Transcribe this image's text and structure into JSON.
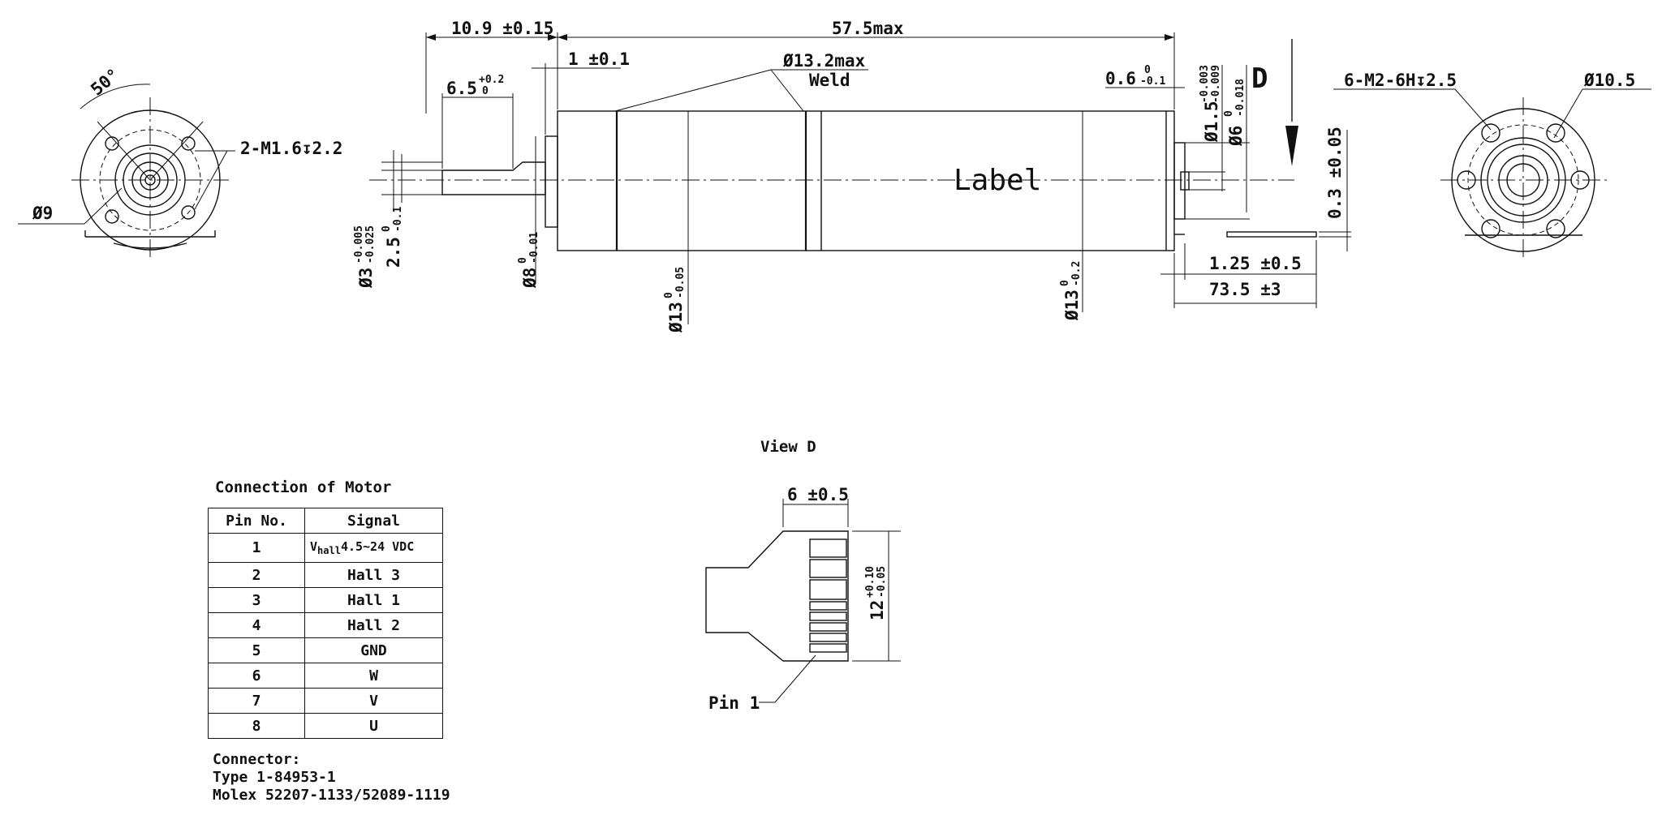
{
  "watermark": "",
  "left_view": {
    "angle": "50°",
    "dia": "Ø9",
    "holes": "2-M1.6↧2.2"
  },
  "side_view": {
    "d_10_9": "10.9 ±0.15",
    "d_57_5": "57.5max",
    "d_1": "1 ±0.1",
    "d_13_2": "Ø13.2max",
    "weld": "Weld",
    "d_6_5": "6.5",
    "d_6_5_tol_up": "+0.2",
    "d_6_5_tol_lo": "0",
    "d_0_6": "0.6",
    "d_0_6_tol_up": "0",
    "d_0_6_tol_lo": "-0.1",
    "d_1_5": "Ø1.5",
    "d_1_5_tol_up": "-0.003",
    "d_1_5_tol_lo": "-0.009",
    "d_6": "Ø6",
    "d_6_tol_up": "0",
    "d_6_tol_lo": "-0.018",
    "view_letter": "D",
    "label": "Label",
    "d_3": "Ø3",
    "d_3_tol_up": "-0.005",
    "d_3_tol_lo": "-0.025",
    "d_2_5": "2.5",
    "d_2_5_tol_up": "0",
    "d_2_5_tol_lo": "-0.1",
    "d_8": "Ø8",
    "d_8_tol_up": "0",
    "d_8_tol_lo": "-0.01",
    "d_13a": "Ø13",
    "d_13a_tol_up": "0",
    "d_13a_tol_lo": "-0.05",
    "d_13b": "Ø13",
    "d_13b_tol_up": "0",
    "d_13b_tol_lo": "-0.2",
    "d_0_3": "0.3 ±0.05",
    "d_1_25": "1.25 ±0.5",
    "d_73_5": "73.5 ±3"
  },
  "right_view": {
    "holes": "6-M2-6H↧2.5",
    "dia": "Ø10.5"
  },
  "view_d": {
    "title": "View D",
    "width": "6 ±0.5",
    "height": "12",
    "height_tol_up": "+0.10",
    "height_tol_lo": "-0.05",
    "pin1": "Pin 1"
  },
  "table": {
    "caption": "Connection of Motor",
    "headers": [
      "Pin No.",
      "Signal"
    ],
    "rows": [
      {
        "pin": "1",
        "signal_main": "V",
        "signal_sub": "hall",
        "signal_rest": "4.5~24 VDC"
      },
      {
        "pin": "2",
        "signal": "Hall 3"
      },
      {
        "pin": "3",
        "signal": "Hall 1"
      },
      {
        "pin": "4",
        "signal": "Hall 2"
      },
      {
        "pin": "5",
        "signal": "GND"
      },
      {
        "pin": "6",
        "signal": "W"
      },
      {
        "pin": "7",
        "signal": "V"
      },
      {
        "pin": "8",
        "signal": "U"
      }
    ]
  },
  "connector": {
    "line1": "Connector:",
    "line2": "Type 1-84953-1",
    "line3": "Molex 52207-1133/52089-1119"
  }
}
